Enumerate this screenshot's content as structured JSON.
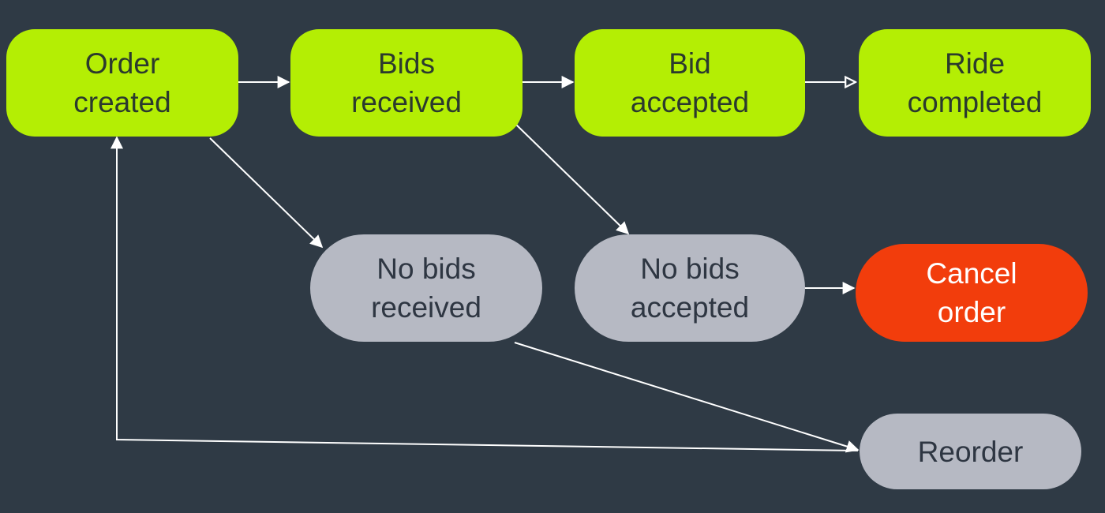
{
  "diagram": {
    "nodes": {
      "order_created": {
        "label": "Order\ncreated"
      },
      "bids_received": {
        "label": "Bids\nreceived"
      },
      "bid_accepted": {
        "label": "Bid\naccepted"
      },
      "ride_completed": {
        "label": "Ride\ncompleted"
      },
      "no_bids_received": {
        "label": "No bids\nreceived"
      },
      "no_bids_accepted": {
        "label": "No bids\naccepted"
      },
      "cancel_order": {
        "label": "Cancel\norder"
      },
      "reorder": {
        "label": "Reorder"
      }
    },
    "edges": [
      {
        "from": "order_created",
        "to": "bids_received"
      },
      {
        "from": "bids_received",
        "to": "bid_accepted"
      },
      {
        "from": "bid_accepted",
        "to": "ride_completed"
      },
      {
        "from": "order_created",
        "to": "no_bids_received"
      },
      {
        "from": "bids_received",
        "to": "no_bids_accepted"
      },
      {
        "from": "no_bids_accepted",
        "to": "cancel_order"
      },
      {
        "from": "no_bids_received",
        "to": "reorder"
      },
      {
        "from": "reorder",
        "to": "order_created"
      }
    ],
    "colors": {
      "background": "#2f3a45",
      "active_state": "#b4ee04",
      "failure_state": "#b6b9c3",
      "cancel_state": "#f23d0c",
      "connector": "#ffffff"
    }
  }
}
